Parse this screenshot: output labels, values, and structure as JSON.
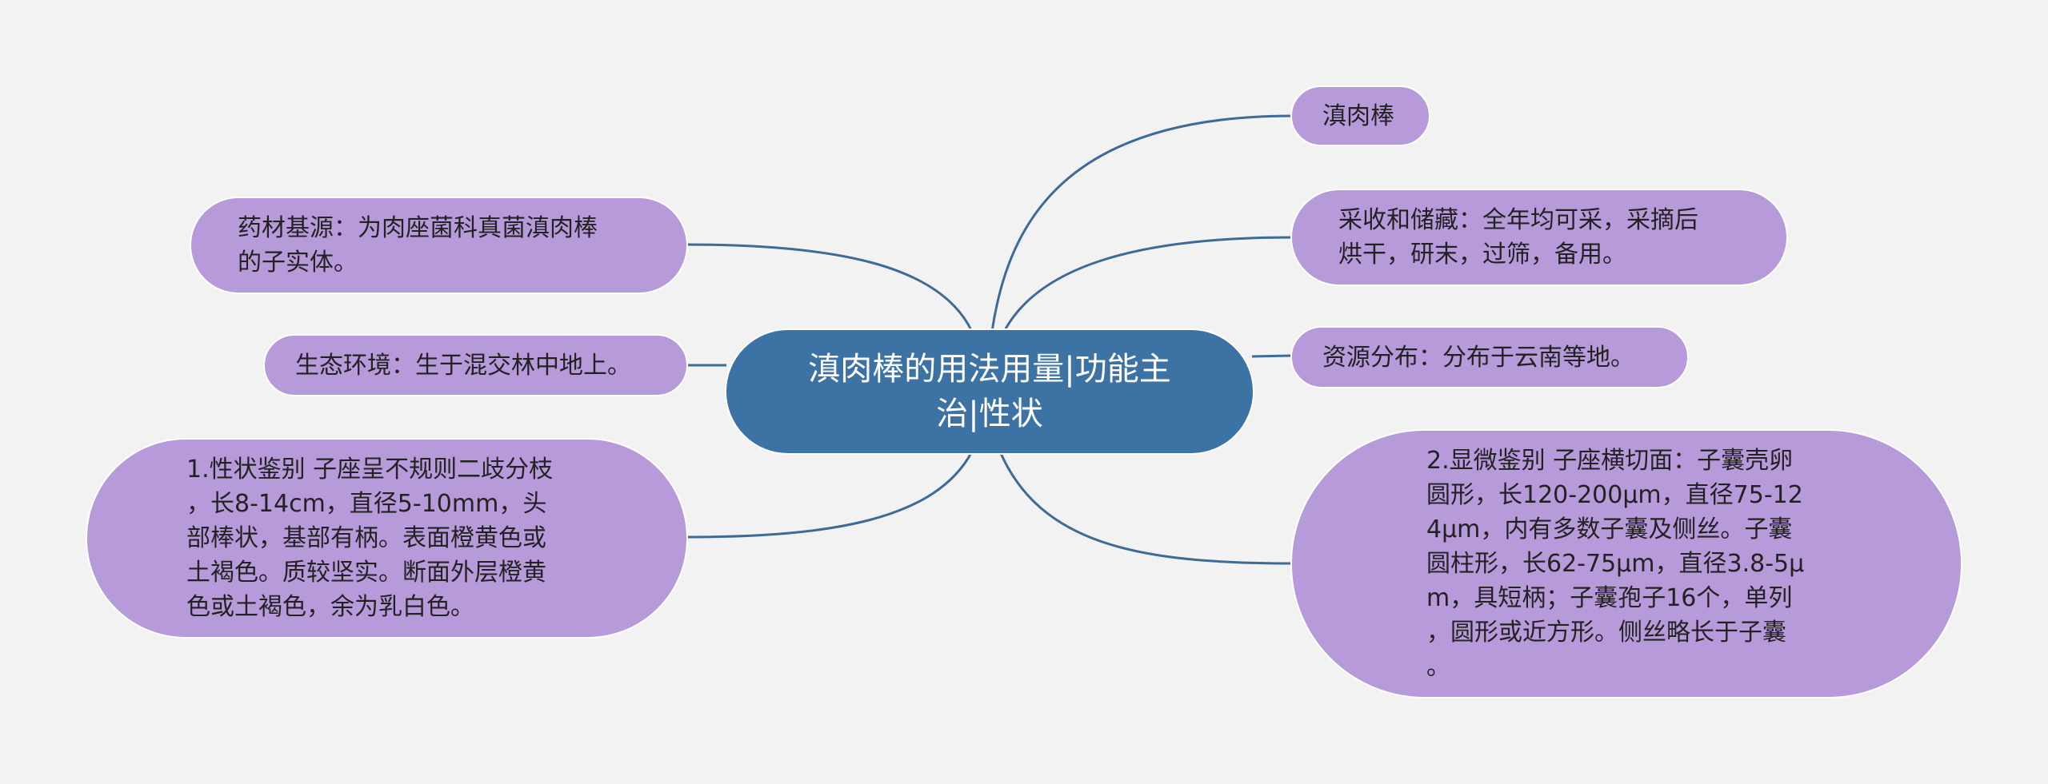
{
  "colors": {
    "background": "#f2f2f2",
    "center_fill": "#3d72a5",
    "topic_fill": "#b79ad9",
    "link_stroke": "#3d6a96",
    "center_text": "#ffffff",
    "topic_text": "#222222"
  },
  "center": {
    "lines": [
      "滇肉棒的用法用量|功能主",
      "治|性状"
    ]
  },
  "right": [
    {
      "lines": [
        "滇肉棒"
      ]
    },
    {
      "lines": [
        "采收和储藏：全年均可采，采摘后",
        "烘干，研末，过筛，备用。"
      ]
    },
    {
      "lines": [
        "资源分布：分布于云南等地。"
      ]
    },
    {
      "lines": [
        "2.显微鉴别 子座横切面：子囊壳卵",
        "圆形，长120-200μm，直径75-12",
        "4μm，内有多数子囊及侧丝。子囊",
        "圆柱形，长62-75μm，直径3.8-5μ",
        "m，具短柄；子囊孢子16个，单列",
        "，圆形或近方形。侧丝略长于子囊",
        "。"
      ]
    }
  ],
  "left": [
    {
      "lines": [
        "药材基源：为肉座菌科真菌滇肉棒",
        "的子实体。"
      ]
    },
    {
      "lines": [
        "生态环境：生于混交林中地上。"
      ]
    },
    {
      "lines": [
        "1.性状鉴别 子座呈不规则二歧分枝",
        "，长8-14cm，直径5-10mm，头",
        "部棒状，基部有柄。表面橙黄色或",
        "土褐色。质较坚实。断面外层橙黄",
        "色或土褐色，余为乳白色。"
      ]
    }
  ]
}
